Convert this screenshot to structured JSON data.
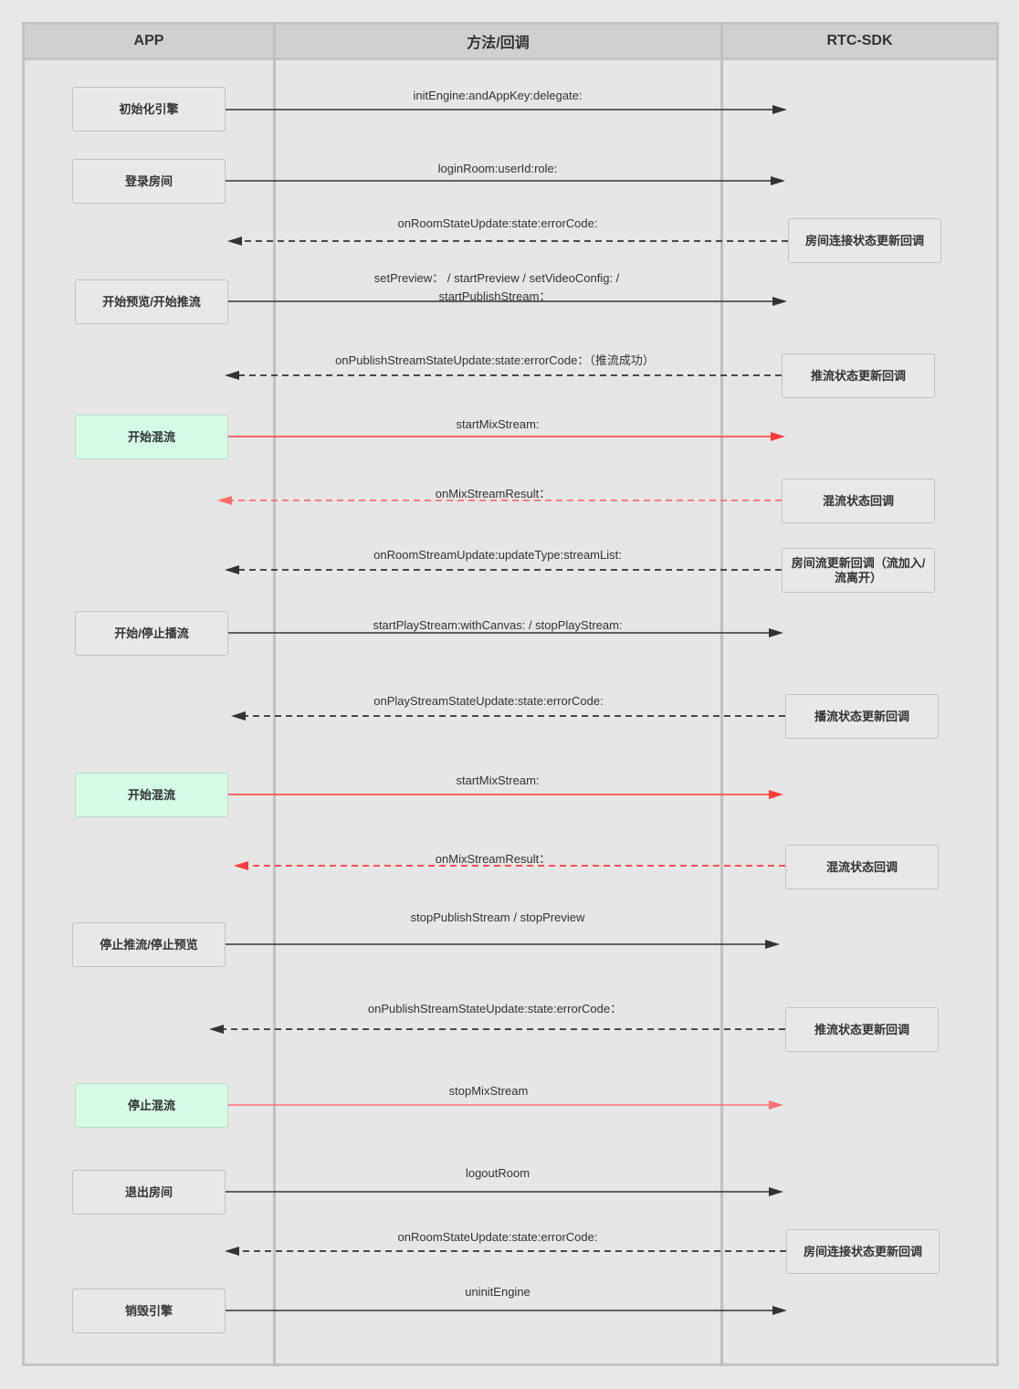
{
  "lanes": {
    "app": "APP",
    "method": "方法/回调",
    "sdk": "RTC-SDK"
  },
  "app_boxes": [
    {
      "label": "初始化引擎",
      "highlight": false
    },
    {
      "label": "登录房间",
      "highlight": false
    },
    {
      "label": "开始预览/开始推流",
      "highlight": false
    },
    {
      "label": "开始混流",
      "highlight": true
    },
    {
      "label": "开始/停止播流",
      "highlight": false
    },
    {
      "label": "开始混流",
      "highlight": true
    },
    {
      "label": "停止推流/停止预览",
      "highlight": false
    },
    {
      "label": "停止混流",
      "highlight": true
    },
    {
      "label": "退出房间",
      "highlight": false
    },
    {
      "label": "销毁引擎",
      "highlight": false
    }
  ],
  "sdk_boxes": [
    {
      "label": "房间连接状态更新回调"
    },
    {
      "label": "推流状态更新回调"
    },
    {
      "label": "混流状态回调"
    },
    {
      "label": "房间流更新回调（流加入/流离开）"
    },
    {
      "label": "播流状态更新回调"
    },
    {
      "label": "混流状态回调"
    },
    {
      "label": "推流状态更新回调"
    },
    {
      "label": "房间连接状态更新回调"
    }
  ],
  "messages": [
    {
      "label": "initEngine:andAppKey:delegate:",
      "direction": "to-sdk",
      "style": "solid",
      "color": "#333333"
    },
    {
      "label": "loginRoom:userId:role:",
      "direction": "to-sdk",
      "style": "solid",
      "color": "#333333"
    },
    {
      "label": "onRoomStateUpdate:state:errorCode:",
      "direction": "to-app",
      "style": "dashed",
      "color": "#333333"
    },
    {
      "label": "setPreview：  /  startPreview / setVideoConfig: /",
      "label2": "startPublishStream：",
      "direction": "to-sdk",
      "style": "solid",
      "color": "#333333"
    },
    {
      "label": "onPublishStreamStateUpdate:state:errorCode：（推流成功）",
      "direction": "to-app",
      "style": "dashed",
      "color": "#333333"
    },
    {
      "label": "startMixStream:",
      "direction": "to-sdk",
      "style": "solid",
      "color": "#ff3b3b"
    },
    {
      "label": "onMixStreamResult：",
      "direction": "to-app",
      "style": "dashed",
      "color": "#ff6b6b"
    },
    {
      "label": "onRoomStreamUpdate:updateType:streamList:",
      "direction": "to-app",
      "style": "dashed",
      "color": "#333333"
    },
    {
      "label": "startPlayStream:withCanvas:    /    stopPlayStream:",
      "direction": "to-sdk",
      "style": "solid",
      "color": "#333333"
    },
    {
      "label": "onPlayStreamStateUpdate:state:errorCode:",
      "direction": "to-app",
      "style": "dashed",
      "color": "#333333"
    },
    {
      "label": "startMixStream:",
      "direction": "to-sdk",
      "style": "solid",
      "color": "#ff3b3b"
    },
    {
      "label": "onMixStreamResult：",
      "direction": "to-app",
      "style": "dashed",
      "color": "#ff3b3b"
    },
    {
      "label": "stopPublishStream  / stopPreview",
      "direction": "to-sdk",
      "style": "solid",
      "color": "#333333"
    },
    {
      "label": "onPublishStreamStateUpdate:state:errorCode：",
      "direction": "to-app",
      "style": "dashed",
      "color": "#333333"
    },
    {
      "label": "stopMixStream",
      "direction": "to-sdk",
      "style": "solid",
      "color": "#ff7070"
    },
    {
      "label": "logoutRoom",
      "direction": "to-sdk",
      "style": "solid",
      "color": "#333333"
    },
    {
      "label": "onRoomStateUpdate:state:errorCode:",
      "direction": "to-app",
      "style": "dashed",
      "color": "#333333"
    },
    {
      "label": "uninitEngine",
      "direction": "to-sdk",
      "style": "solid",
      "color": "#333333"
    }
  ]
}
